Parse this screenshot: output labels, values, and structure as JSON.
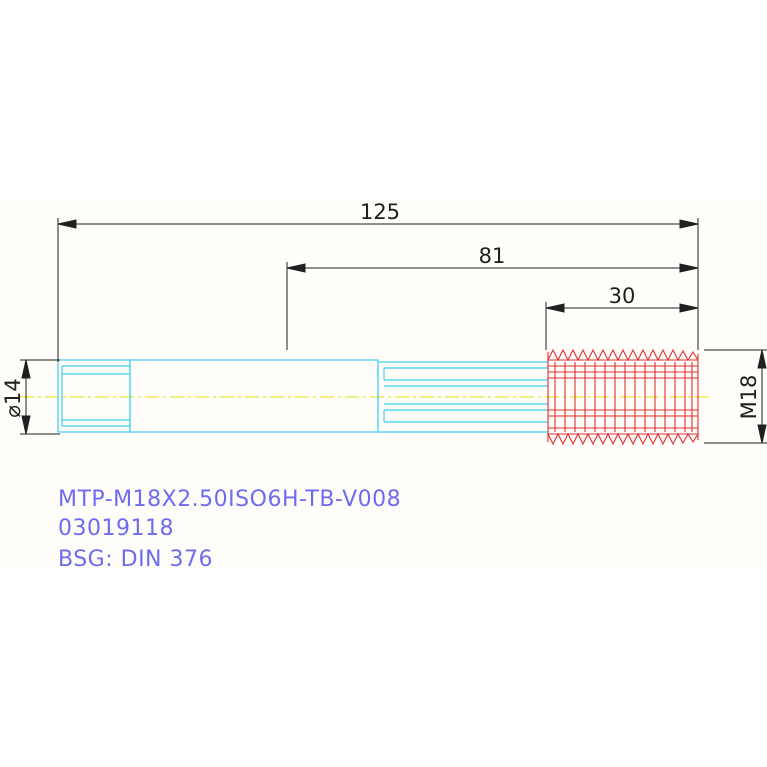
{
  "dimensions": {
    "overall_length": "125",
    "shank_length": "81",
    "thread_length": "30",
    "shank_diameter": "⌀14",
    "thread_size": "M18"
  },
  "labels": {
    "line1": "MTP-M18X2.50ISO6H-TB-V008",
    "line2": "03019118",
    "line3": "BSG: DIN 376"
  },
  "colors": {
    "dimension": "#202020",
    "body": "#3fd0f0",
    "thread": "#e03030",
    "centerline": "#e8e000",
    "label": "#6c6cf0"
  }
}
